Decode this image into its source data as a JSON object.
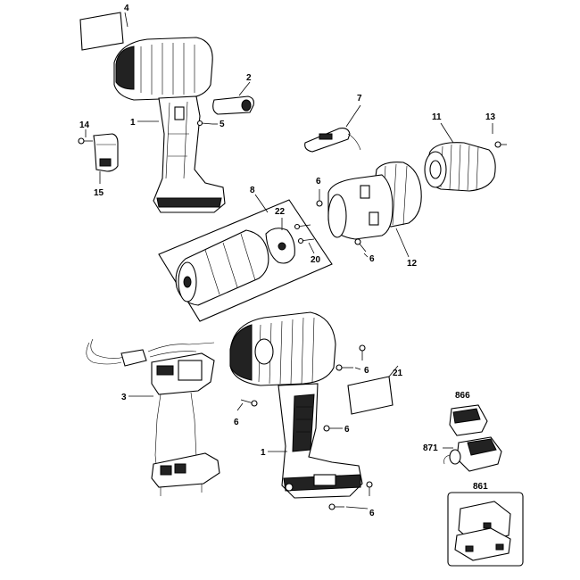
{
  "callouts": {
    "c4": "4",
    "c2": "2",
    "c14": "14",
    "c1_top": "1",
    "c5": "5",
    "c15": "15",
    "c7": "7",
    "c11": "11",
    "c13": "13",
    "c8": "8",
    "c6_a": "6",
    "c22": "22",
    "c20": "20",
    "c6_b": "6",
    "c12": "12",
    "c3": "3",
    "c6_c": "6",
    "c6_d": "6",
    "c1_bottom": "1",
    "c6_e": "6",
    "c21": "21",
    "c6_f": "6",
    "c866": "866",
    "c871": "871",
    "c861": "861"
  }
}
